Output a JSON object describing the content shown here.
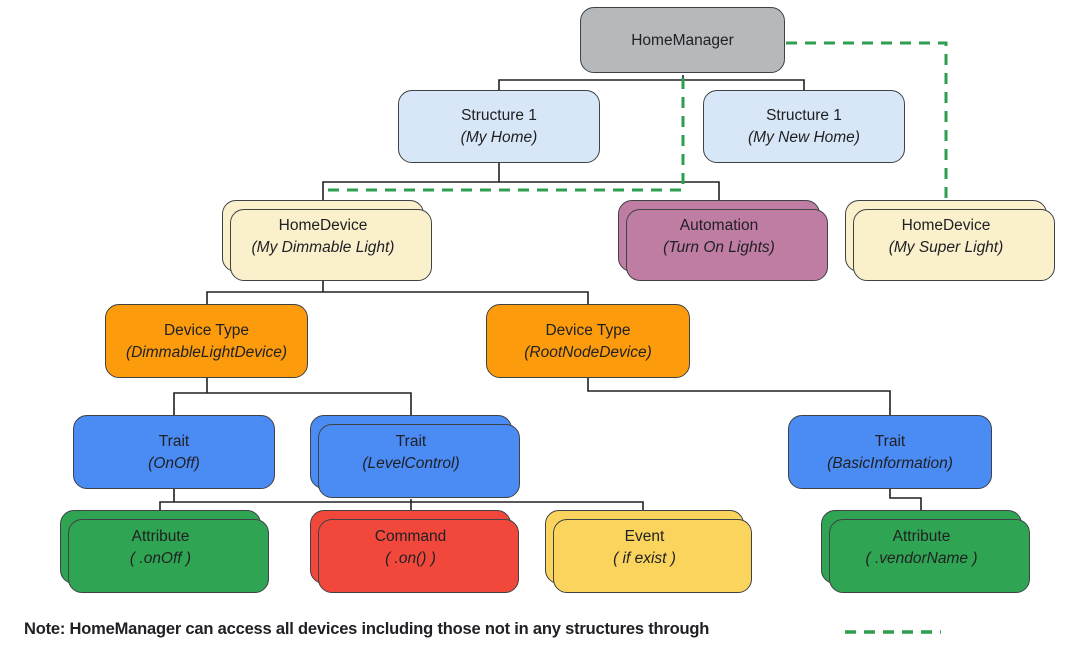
{
  "nodes": {
    "home_manager": {
      "title": "HomeManager",
      "subtitle": ""
    },
    "structure_my_home": {
      "title": "Structure 1",
      "subtitle": "(My Home)"
    },
    "structure_my_new_home": {
      "title": "Structure 1",
      "subtitle": "(My New Home)"
    },
    "homedevice_dimmable": {
      "title": "HomeDevice",
      "subtitle": "(My Dimmable Light)"
    },
    "automation": {
      "title": "Automation",
      "subtitle": "(Turn On Lights)"
    },
    "homedevice_super": {
      "title": "HomeDevice",
      "subtitle": "(My Super Light)"
    },
    "devicetype_dimmable": {
      "title": "Device Type",
      "subtitle": "(DimmableLightDevice)"
    },
    "devicetype_rootnode": {
      "title": "Device Type",
      "subtitle": "(RootNodeDevice)"
    },
    "trait_onoff": {
      "title": "Trait",
      "subtitle": "(OnOff)"
    },
    "trait_levelcontrol": {
      "title": "Trait",
      "subtitle": "(LevelControl)"
    },
    "trait_basicinfo": {
      "title": "Trait",
      "subtitle": "(BasicInformation)"
    },
    "attribute_onoff": {
      "title": "Attribute",
      "subtitle": "( .onOff )"
    },
    "command_on": {
      "title": "Command",
      "subtitle": "( .on() )"
    },
    "event_ifexist": {
      "title": "Event",
      "subtitle": "( if exist )"
    },
    "attribute_vendorname": {
      "title": "Attribute",
      "subtitle": "( .vendorName )"
    }
  },
  "note": {
    "text": "Note: HomeManager can access all devices including those not in any structures through"
  },
  "legend": {
    "style": "dashed-green-line"
  },
  "colors": {
    "gray": "#b5b9bc",
    "light_blue": "#d8e7f7",
    "cream": "#faf0cc",
    "purple": "#bf7da3",
    "orange": "#fc9b0b",
    "blue": "#4b8bf4",
    "green": "#2fa452",
    "red": "#f2483b",
    "yellow": "#fbd45e",
    "border": "#3f4245",
    "line": "#202124",
    "dash_green": "#2e9e4f",
    "text": "#202124"
  }
}
